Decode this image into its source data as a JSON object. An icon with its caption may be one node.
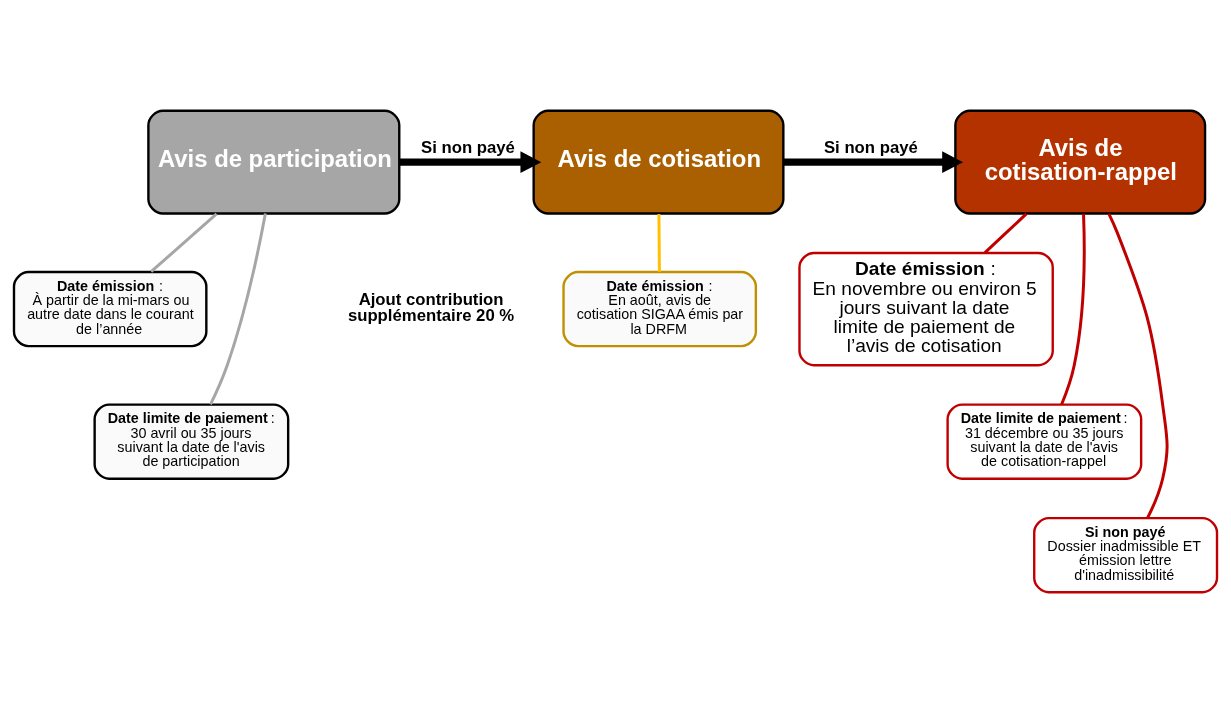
{
  "diagram": {
    "nodes": [
      {
        "text": [
          "Avis de participation"
        ]
      },
      {
        "text": [
          "Avis de cotisation"
        ]
      },
      {
        "text": [
          "Avis de cotisation-rappel"
        ]
      },
      {
        "text": [
          "**Date émission** :",
          "À partir de la mi-mars ou autre date dans le courant de l’année"
        ]
      },
      {
        "text": [
          "**Date limite de paiement** :",
          "30 avril ou 35 jours suivant la date de l'avis de participation"
        ]
      },
      {
        "text": [
          "**Date émission** :",
          "En août, avis de cotisation SIGAA émis par la DRFM"
        ]
      },
      {
        "text": [
          "**Date émission** :",
          "En novembre ou environ 5 jours suivant la date limite de paiement de l’avis de cotisation"
        ]
      },
      {
        "text": [
          "**Date limite de paiement** :",
          "31 décembre ou 35 jours suivant la date de l'avis de cotisation-rappel"
        ]
      },
      {
        "text": [
          "Si non payé",
          "Dossier inadmissible ET émission lettre d'inadmissibilité"
        ]
      }
    ],
    "edges": [
      {
        "from": 0,
        "to": 1,
        "arrow": "to",
        "label": "Si non payé",
        "style": "thick",
        "color": "#000000"
      },
      {
        "from": 1,
        "to": 2,
        "arrow": "to",
        "label": "Si non payé",
        "style": "thick",
        "color": "#000000"
      },
      {
        "from": 0,
        "to": 3,
        "arrow": "none",
        "color": "#a6a6a6"
      },
      {
        "from": 0,
        "to": 4,
        "arrow": "none",
        "color": "#a6a6a6"
      },
      {
        "from": 1,
        "to": 5,
        "arrow": "none",
        "color": "#ffc000"
      },
      {
        "from": 2,
        "to": 6,
        "arrow": "none",
        "color": "#c00000"
      },
      {
        "from": 2,
        "to": 7,
        "arrow": "none",
        "color": "#c00000"
      },
      {
        "from": 2,
        "to": 8,
        "arrow": "none",
        "color": "#c00000"
      }
    ],
    "labels": [
      "Ajout contribution supplémentaire 20 %"
    ]
  }
}
